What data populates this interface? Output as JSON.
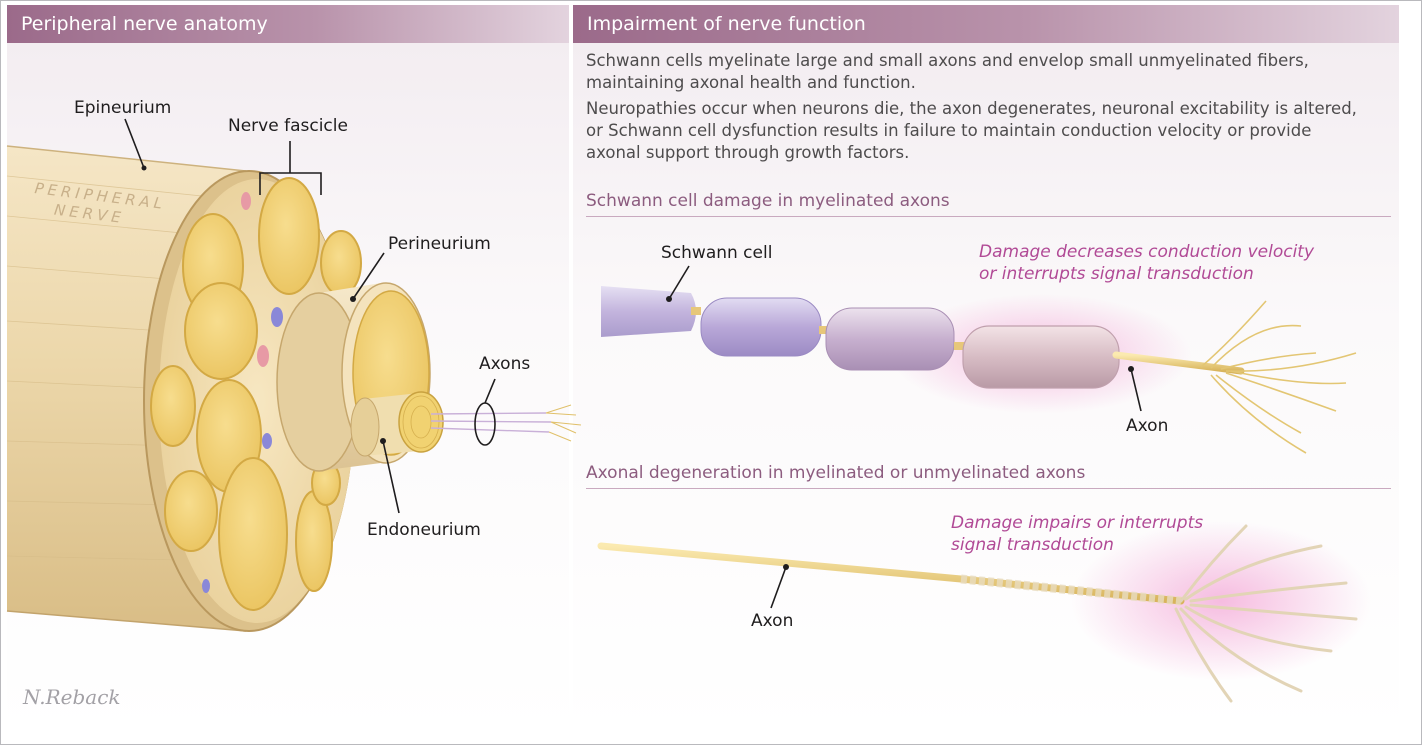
{
  "left_panel": {
    "title": "Peripheral nerve anatomy",
    "nerve_label_line1": "PERIPHERAL",
    "nerve_label_line2": "NERVE",
    "labels": {
      "epineurium": "Epineurium",
      "nerve_fascicle": "Nerve fascicle",
      "perineurium": "Perineurium",
      "axons": "Axons",
      "endoneurium": "Endoneurium"
    },
    "signature": "N.Reback"
  },
  "right_panel": {
    "title": "Impairment of nerve function",
    "intro_1_line1": "Schwann cells myelinate large and small axons and envelop small unmyelinated fibers,",
    "intro_1_line2": "maintaining axonal health and function.",
    "intro_2_line1": "Neuropathies occur when neurons die, the axon degenerates, neuronal excitability is altered,",
    "intro_2_line2": "or Schwann cell dysfunction results in failure to maintain conduction velocity or provide",
    "intro_2_line3": "axonal support through growth factors.",
    "section_1": {
      "heading": "Schwann cell damage in myelinated axons",
      "schwann_label": "Schwann cell",
      "note_line1": "Damage decreases conduction velocity",
      "note_line2": "or interrupts signal transduction",
      "axon_label": "Axon"
    },
    "section_2": {
      "heading": "Axonal degeneration in myelinated or unmyelinated axons",
      "note_line1": "Damage impairs or interrupts",
      "note_line2": "signal transduction",
      "axon_label": "Axon"
    }
  },
  "colors": {
    "banner": "#9b6a8a",
    "subheading": "#8c5c7f",
    "damage_note": "#b14a96",
    "nerve_tan": "#e9d4a6",
    "fascicle_yellow": "#f2d27a",
    "schwann_purple": "#b9a8d8"
  }
}
